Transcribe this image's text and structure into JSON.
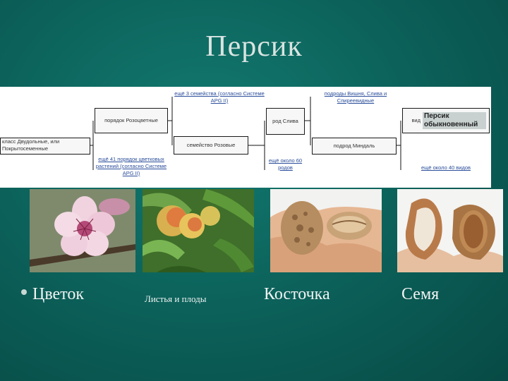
{
  "title": "Персик",
  "taxonomy": {
    "class_box": "класс Двудольные, или Покрытосеменные",
    "order_box": "порядок Розоцветные",
    "orders_more": "ещё 41 порядок цветковых растений (согласно Системе APG II)",
    "families_more": "ещё 3 семейства (согласно Системе APG II)",
    "family_box": "семейство Розовые",
    "genus_box": "род Слива",
    "genera_more": "ещё около 60 родов",
    "subgenus_more": "подроды Вишня, Слива и Спиреевидные",
    "subgenus_box": "подрод Миндаль",
    "species_prefix": "вид",
    "species_name": "Персик обыкновенный",
    "species_more": "ещё около 40 видов"
  },
  "captions": {
    "flower": "Цветок",
    "leaves": "Листья и плоды",
    "pit": "Косточка",
    "seed": "Семя"
  },
  "colors": {
    "background": "#0b5f58",
    "title": "#d9e4e1",
    "caption": "#f0f4f3"
  }
}
